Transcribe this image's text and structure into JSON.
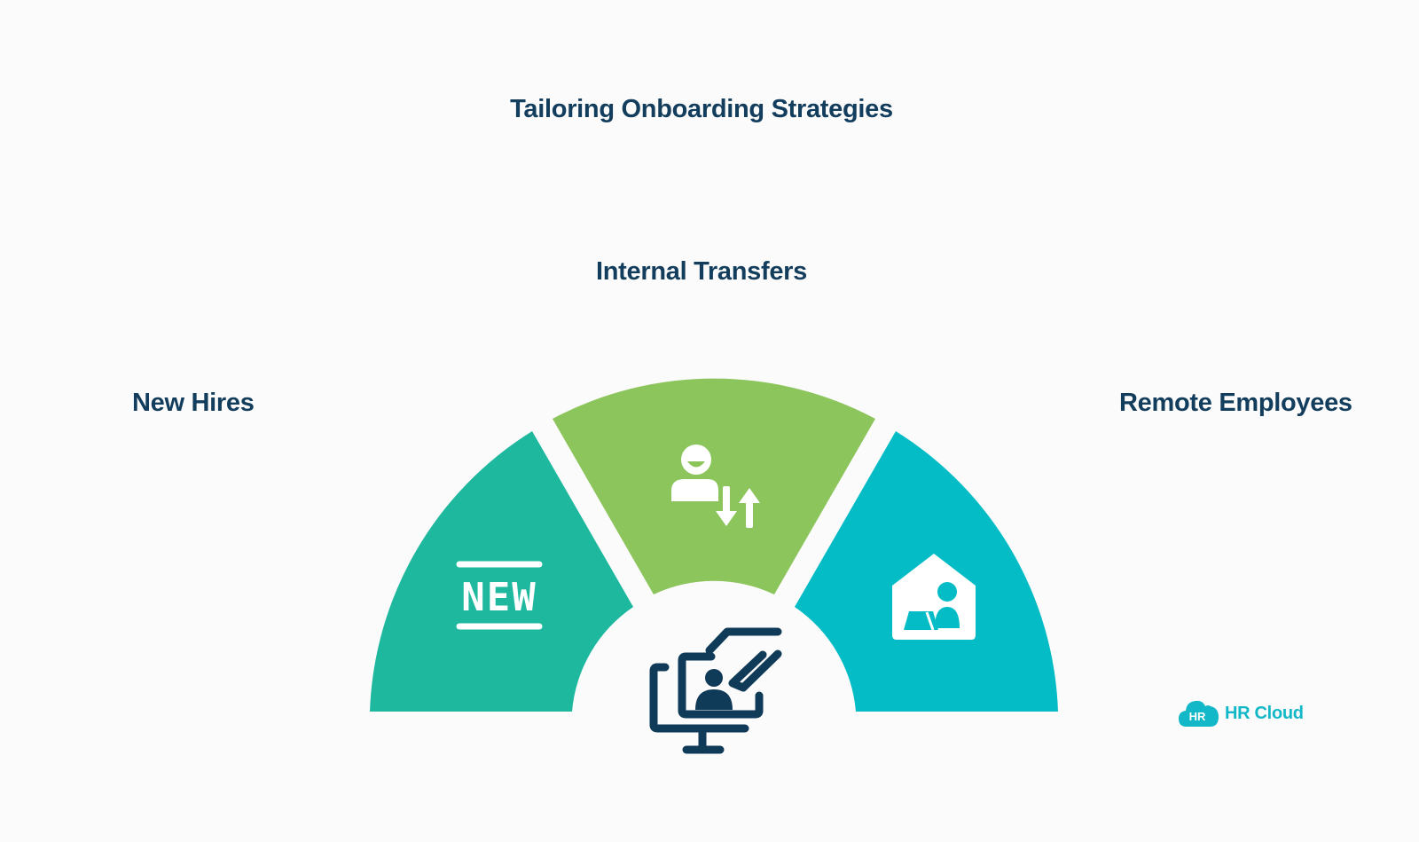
{
  "title": "Tailoring Onboarding Strategies",
  "segments": [
    {
      "label": "New Hires",
      "icon": "new-badge-icon",
      "color": "#1db89e"
    },
    {
      "label": "Internal Transfers",
      "icon": "user-transfer-icon",
      "color": "#8dc55d"
    },
    {
      "label": "Remote Employees",
      "icon": "home-office-icon",
      "color": "#03bcc6"
    }
  ],
  "center_icon": "monitor-video-call-icon",
  "new_badge_text": "NEW",
  "brand": {
    "mark": "HR",
    "name": "HR Cloud",
    "color": "#13b8c8"
  },
  "colors": {
    "text": "#133d5c",
    "icon_dark": "#0f3a58"
  }
}
